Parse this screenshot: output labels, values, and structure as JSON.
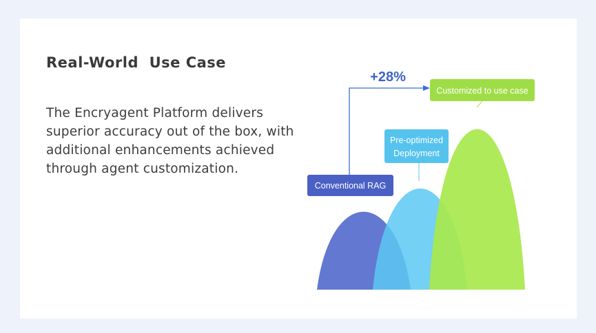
{
  "slide": {
    "title": "Real-World  Use Case",
    "body": "The Encryagent Platform delivers superior accuracy out of the box, with additional enhancements achieved through agent customization."
  },
  "diagram": {
    "improvement_label": "+28%",
    "stages": [
      {
        "label": "Conventional RAG",
        "color": "#5b71cf",
        "label_bg": "#4a60c4"
      },
      {
        "label_line1": "Pre-optimized",
        "label_line2": "Deployment",
        "color": "#5cc8f2",
        "label_bg": "#56c3ef"
      },
      {
        "label": "Customized to use case",
        "color": "#a8e84c",
        "label_bg": "#9fdd47"
      }
    ],
    "arrow_color": "#3a6fd8",
    "improvement_color": "#3d63c9"
  }
}
